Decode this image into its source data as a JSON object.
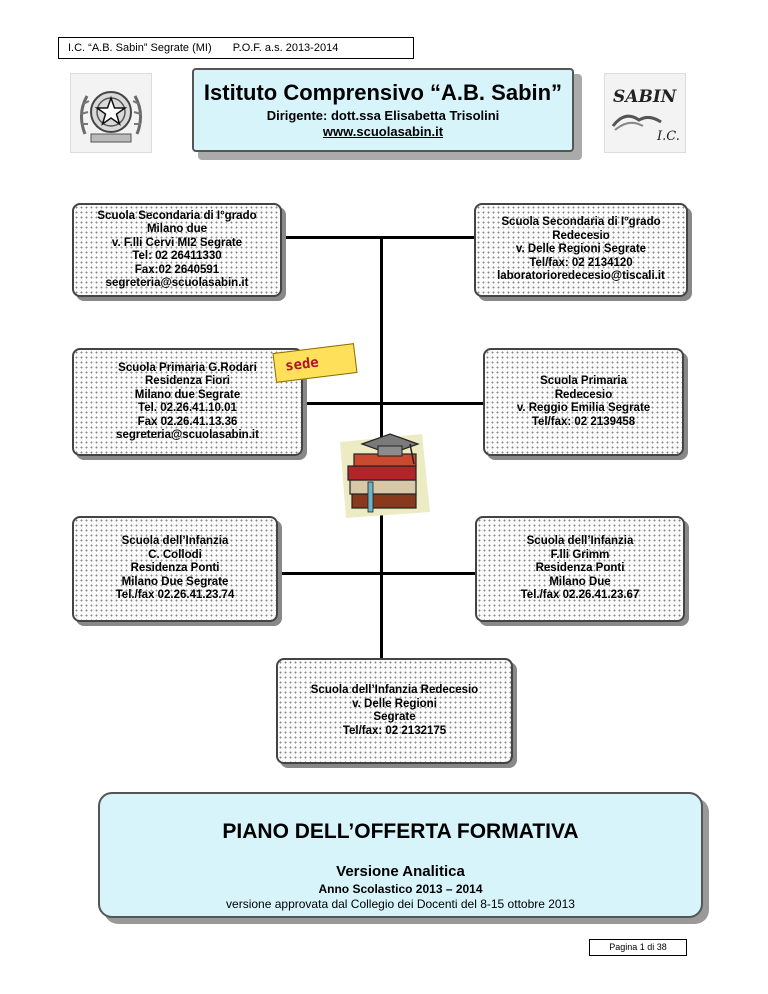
{
  "header": {
    "school_short": "I.C. “A.B. Sabin” Segrate (MI)",
    "pof_year": "P.O.F. a.s. 2013-2014"
  },
  "logos": {
    "left": "emblem-icon",
    "right": "sabin-ic-logo",
    "right_text": "SABIN I.C."
  },
  "title": {
    "name": "Istituto Comprensivo “A.B. Sabin”",
    "dirigente": "Dirigente: dott.ssa  Elisabetta Trisolini",
    "website": "www.scuolasabin.it"
  },
  "schools": {
    "sec_milano": [
      "Scuola Secondaria di I°grado",
      "Milano due",
      "v. F.lli Cervi  MI2 Segrate",
      "Tel: 02 26411330",
      "Fax:02 2640591",
      "segreteria@scuolasabin.it"
    ],
    "sec_redecesio": [
      "Scuola Secondaria di I°grado",
      "Redecesio",
      "v. Delle Regioni Segrate",
      "Tel/fax: 02 2134120",
      "laboratorioredecesio@tiscali.it"
    ],
    "prim_rodari": [
      "Scuola Primaria G.Rodari",
      "Residenza Fiori",
      "Milano due Segrate",
      "Tel. 02.26.41.10.01",
      "Fax 02.26.41.13.36",
      "segreteria@scuolasabin.it"
    ],
    "prim_redecesio": [
      "Scuola Primaria",
      "Redecesio",
      "v. Reggio Emilia Segrate",
      "Tel/fax: 02 2139458"
    ],
    "inf_collodi": [
      "Scuola dell’Infanzia",
      "C. Collodi",
      "Residenza Ponti",
      "Milano Due Segrate",
      "Tel./fax 02.26.41.23.74"
    ],
    "inf_grimm": [
      "Scuola dell’Infanzia",
      "F.lli Grimm",
      "Residenza Ponti",
      "Milano Due",
      "Tel./fax 02.26.41.23.67"
    ],
    "inf_redecesio": [
      "Scuola dell’Infanzia Redecesio",
      "v. Delle Regioni",
      "Segrate",
      "Tel/fax: 02 2132175"
    ]
  },
  "sede_label": "sede",
  "center_image": "books-graduation-cap-icon",
  "pof": {
    "title": "PIANO DELL’OFFERTA FORMATIVA",
    "subtitle": "Versione Analitica",
    "year": "Anno Scolastico 2013 – 2014",
    "approval": "versione approvata  dal Collegio dei Docenti del 8-15 ottobre 2013"
  },
  "footer": {
    "page": "Pagina 1 di 38"
  }
}
